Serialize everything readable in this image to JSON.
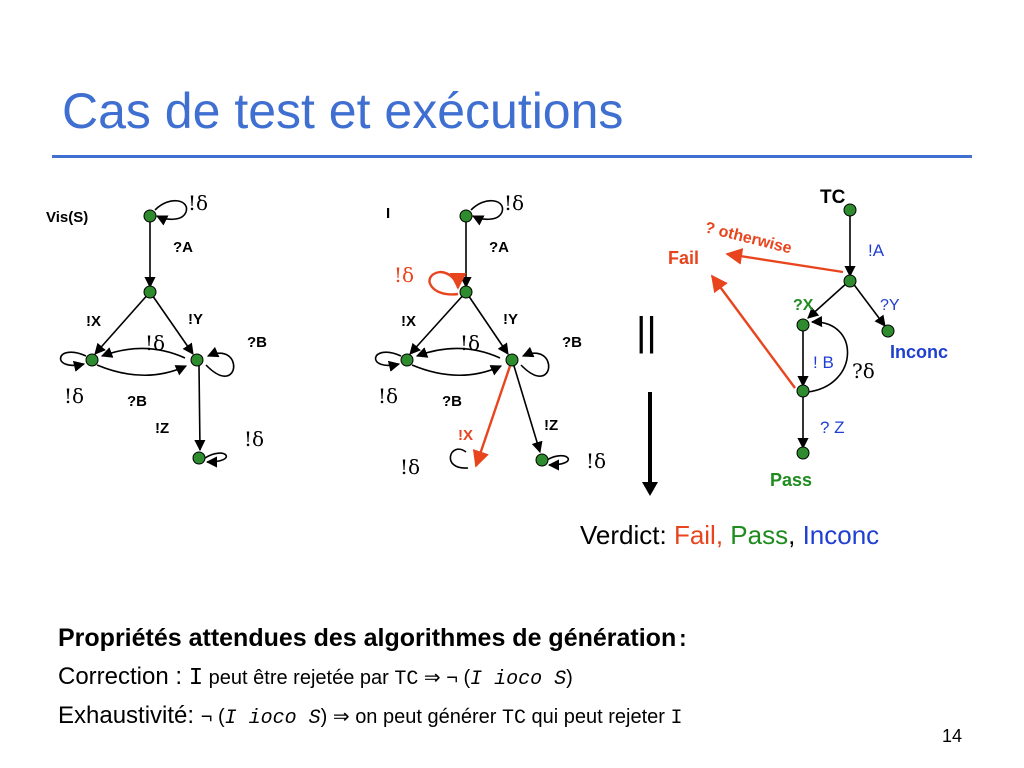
{
  "slide": {
    "title": "Cas de test et exécutions",
    "page_number": "14"
  },
  "left_graph": {
    "name": "Vis(S)",
    "labels": [
      "?A",
      "!X",
      "!Y",
      "?B",
      "?B",
      "!Z"
    ],
    "delta": "!δ"
  },
  "middle_graph": {
    "name": "I",
    "labels": [
      "?A",
      "!X",
      "!Y",
      "?B",
      "?B",
      "!Z"
    ],
    "delta": "!δ",
    "extra_label": "!X"
  },
  "tc_graph": {
    "name": "TC",
    "otherwise": "? otherwise",
    "fail": "Fail",
    "a": "!A",
    "x": "?X",
    "y": "?Y",
    "inconc": "Inconc",
    "b": "! B",
    "qdelta": "?δ",
    "z": "? Z",
    "pass": "Pass"
  },
  "separator": "||",
  "verdict": {
    "prefix": "Verdict: ",
    "fail": "Fail,",
    "pass": "Pass",
    "comma": ",",
    "inconc": "Inconc"
  },
  "properties": {
    "heading": "Propriétés attendues des algorithmes de génération",
    "colon": ":",
    "l1_label": "Correction : ",
    "l1_i": "I",
    "l1_mid": " peut être rejetée par ",
    "l1_tc": "TC",
    "l1_arrow": " ⇒ ¬ (",
    "l1_ioco": "I ioco S",
    "l1_close": ")",
    "l2_label": "Exhaustivité: ",
    "l2_open": "¬ (",
    "l2_ioco": "I ioco S",
    "l2_mid": ") ⇒ on peut générer ",
    "l2_tc": "TC",
    "l2_rest": " qui peut rejeter ",
    "l2_i": "I"
  },
  "colors": {
    "title": "#3F6FD1",
    "node": "#2E8B2E",
    "red": "#E8451E",
    "green": "#1E8C1E",
    "blue": "#1F3FD1"
  }
}
